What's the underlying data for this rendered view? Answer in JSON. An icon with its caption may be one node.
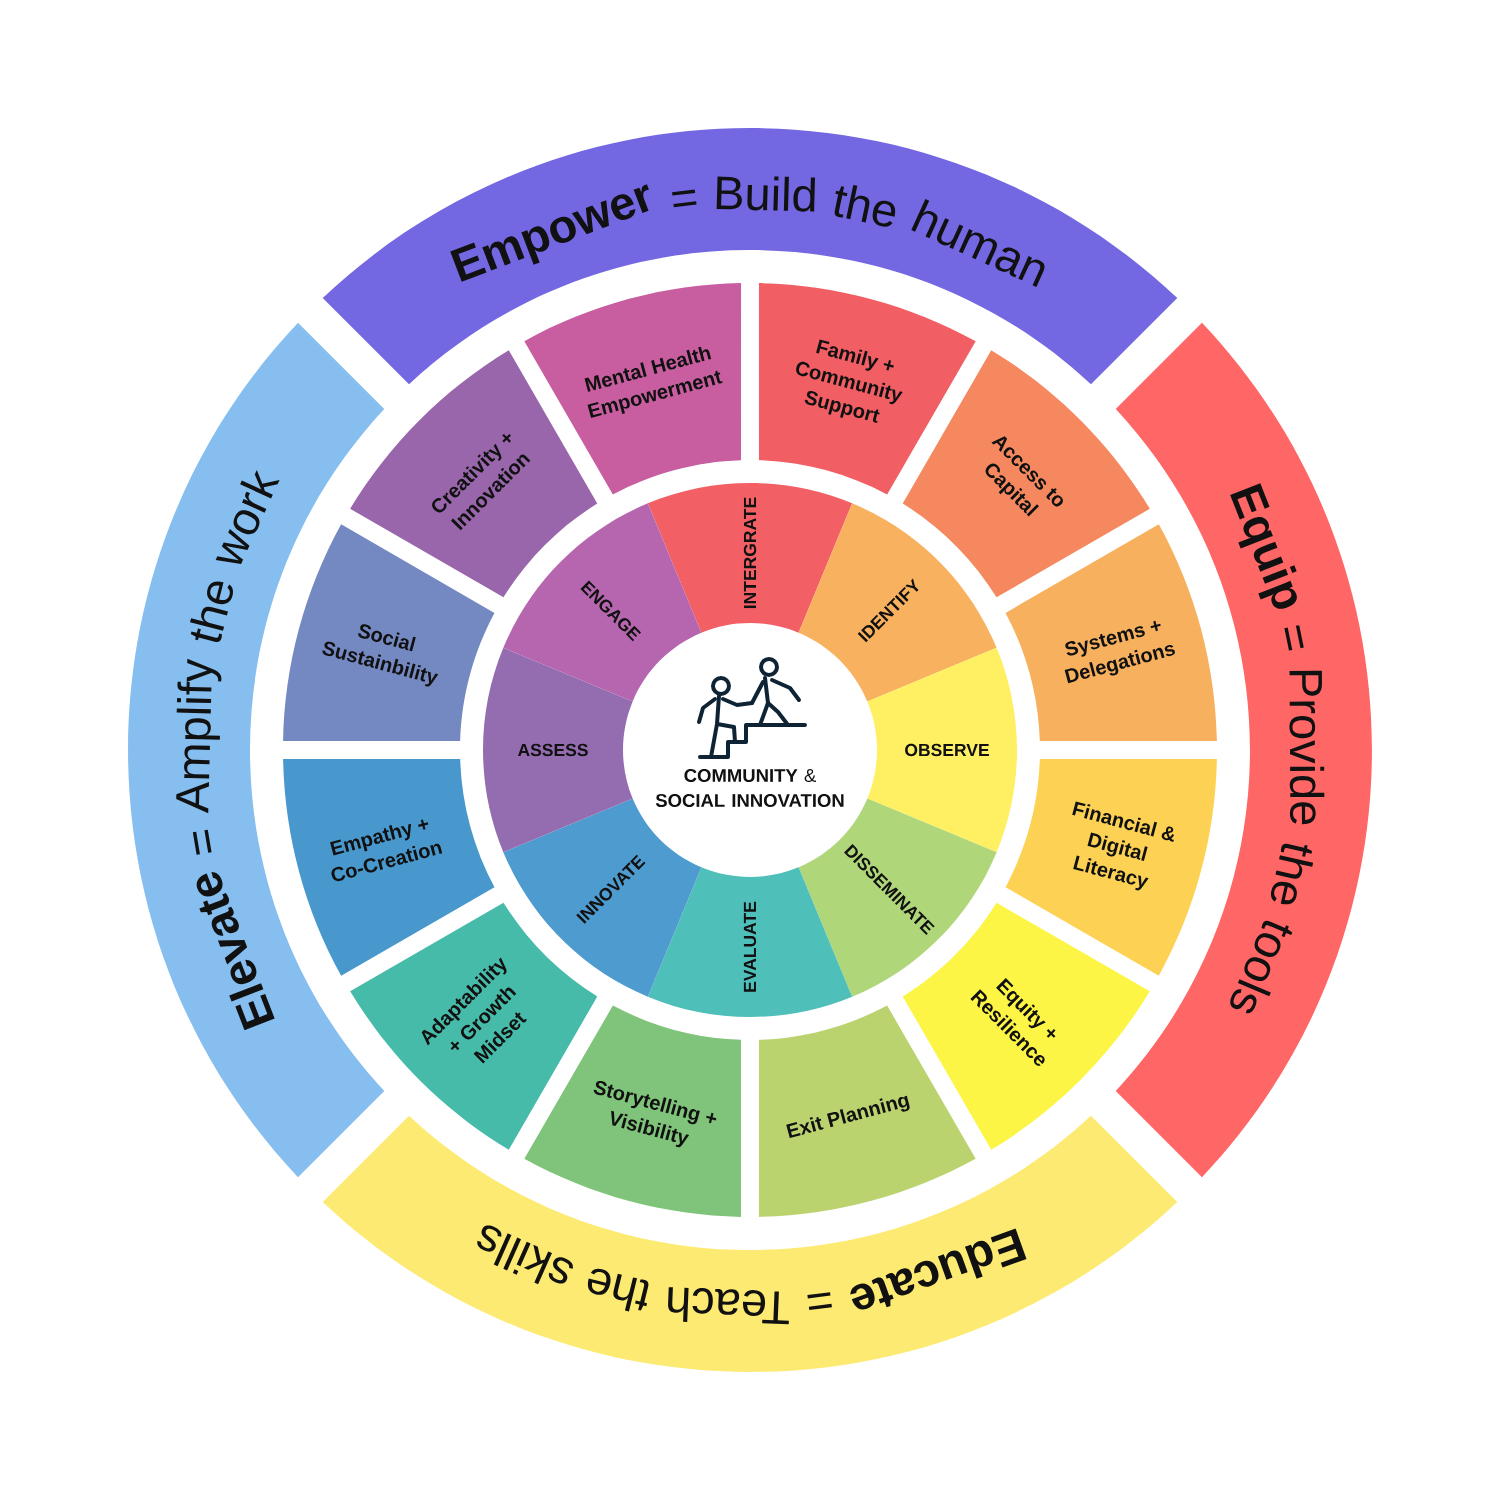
{
  "diagram": {
    "nodes": [
      {
        "text": [
          "**COMMUNITY** & **SOCIAL INNOVATION**"
        ]
      },
      {
        "text": [
          "INTERGRATE"
        ]
      },
      {
        "text": [
          "IDENTIFY"
        ]
      },
      {
        "text": [
          "OBSERVE"
        ]
      },
      {
        "text": [
          "DISSEMINATE"
        ]
      },
      {
        "text": [
          "EVALUATE"
        ]
      },
      {
        "text": [
          "INNOVATE"
        ]
      },
      {
        "text": [
          "ASSESS"
        ]
      },
      {
        "text": [
          "ENGAGE"
        ]
      },
      {
        "text": [
          "Family + Community Support"
        ]
      },
      {
        "text": [
          "Access to Capital"
        ]
      },
      {
        "text": [
          "Systems + Delegations"
        ]
      },
      {
        "text": [
          "Financial & Digital Literacy"
        ]
      },
      {
        "text": [
          "Equity + Resilience"
        ]
      },
      {
        "text": [
          "Exit Planning"
        ]
      },
      {
        "text": [
          "Storytelling + Visibility"
        ]
      },
      {
        "text": [
          "Adaptability + Growth Midset"
        ]
      },
      {
        "text": [
          "Empathy + Co-Creation"
        ]
      },
      {
        "text": [
          "Social Sustainbility"
        ]
      },
      {
        "text": [
          "Creativity + Innovation"
        ]
      },
      {
        "text": [
          "Mental Health Empowerment"
        ]
      },
      {
        "text": [
          "**Empower** = Build the human"
        ]
      },
      {
        "text": [
          "**Equip** = Provide the tools"
        ]
      },
      {
        "text": [
          "**Educate** = Teach the skills"
        ]
      },
      {
        "text": [
          "**Elevate** = Amplify the work"
        ]
      }
    ]
  }
}
